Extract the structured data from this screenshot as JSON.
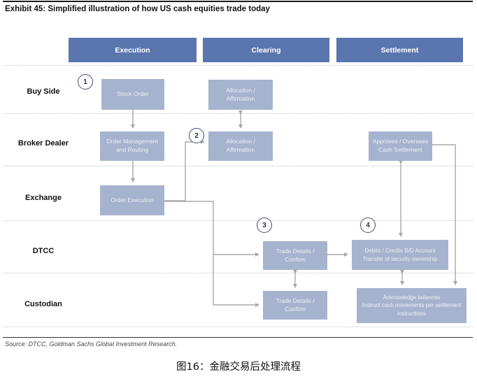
{
  "title": "Exhibit 45: Simplified illustration of how US cash equities trade today",
  "columns": [
    {
      "label": "Execution"
    },
    {
      "label": "Clearing"
    },
    {
      "label": "Settlement"
    }
  ],
  "rows": [
    {
      "label": "Buy Side"
    },
    {
      "label": "Broker Dealer"
    },
    {
      "label": "Exchange"
    },
    {
      "label": "DTCC"
    },
    {
      "label": "Custodian"
    }
  ],
  "steps": [
    "1",
    "2",
    "3",
    "4"
  ],
  "nodes": {
    "stock_order": {
      "label": "Stock Order"
    },
    "alloc_affirm_buyside": {
      "line1": "Allocation /",
      "line2": "Affirmation"
    },
    "order_mgmt": {
      "line1": "Order Management",
      "line2": "and Routing"
    },
    "alloc_affirm_broker": {
      "line1": "Allocation /",
      "line2": "Affirmation"
    },
    "approves": {
      "line1": "Approves / Oversees",
      "line2": "Cash Settlement"
    },
    "order_exec": {
      "label": "Order Execution"
    },
    "trade_details_dtcc": {
      "line1": "Trade Details /",
      "line2": "Confirm"
    },
    "debits": {
      "line1": "Debits / Credits B/D Account",
      "line2": "Transfer of security ownership"
    },
    "trade_details_cust": {
      "line1": "Trade Details /",
      "line2": "Confirm"
    },
    "acknowledge": {
      "line1": "Acknowledge balances",
      "line2": "Instruct  cash movements per settlement",
      "line3": "instructions"
    }
  },
  "source": "Source: DTCC, Goldman Sachs Global Investment Research.",
  "caption": "图16：金融交易后处理流程",
  "colors": {
    "header_blue": "#5b76ae",
    "node_blue": "#a6b3ce",
    "node_text": "#ecf0f7",
    "arrow_gray": "#a8a8a8",
    "circle_border": "#44537a"
  }
}
